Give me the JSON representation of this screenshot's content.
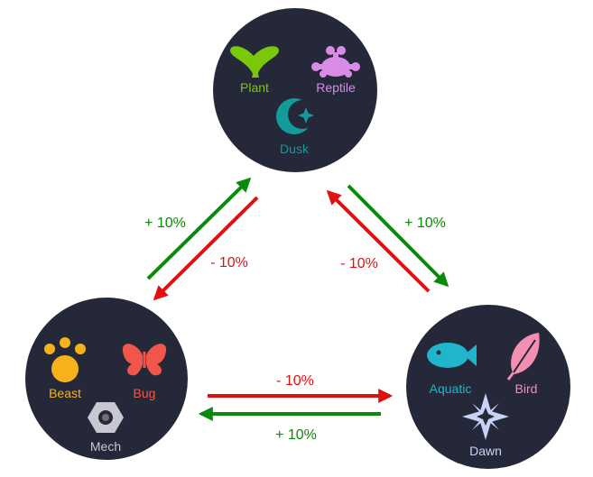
{
  "colors": {
    "circle_fill": "#252839",
    "gain_arrow": "#0a8a0a",
    "loss_arrow": "#e01010",
    "plant": "#7ac70c",
    "reptile": "#d98be8",
    "dusk": "#159a9c",
    "beast": "#f7b21a",
    "bug": "#f2554a",
    "mech": "#c9c7d1",
    "aquatic": "#1fb5cc",
    "bird": "#f58fb2",
    "dawn": "#c7d4f7"
  },
  "groups": {
    "top": {
      "classes": [
        {
          "label": "Plant",
          "icon": "leaf-icon"
        },
        {
          "label": "Reptile",
          "icon": "reptile-icon"
        },
        {
          "label": "Dusk",
          "icon": "crescent-moon-icon"
        }
      ]
    },
    "left": {
      "classes": [
        {
          "label": "Beast",
          "icon": "paw-icon"
        },
        {
          "label": "Bug",
          "icon": "butterfly-icon"
        },
        {
          "label": "Mech",
          "icon": "hex-nut-icon"
        }
      ]
    },
    "right": {
      "classes": [
        {
          "label": "Aquatic",
          "icon": "fish-icon"
        },
        {
          "label": "Bird",
          "icon": "feather-icon"
        },
        {
          "label": "Dawn",
          "icon": "star-icon"
        }
      ]
    }
  },
  "arrows": {
    "left_up_gain": "+ 10%",
    "left_down_loss": "- 10%",
    "right_down_gain": "+ 10%",
    "right_up_loss": "- 10%",
    "bottom_right_loss": "- 10%",
    "bottom_left_gain": "+ 10%"
  }
}
